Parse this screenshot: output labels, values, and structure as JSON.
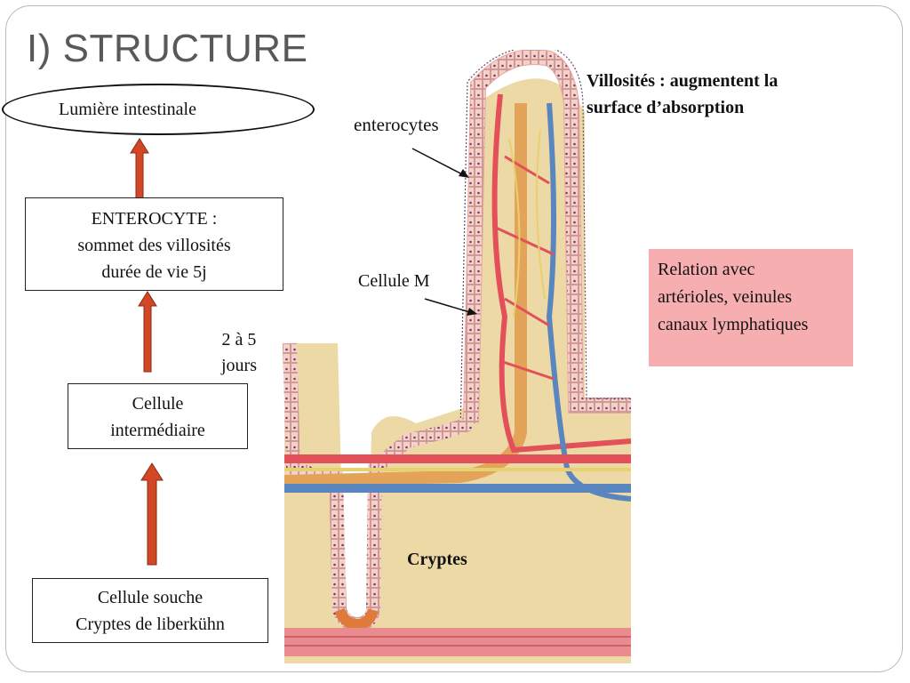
{
  "title": "I) STRUCTURE",
  "lumiere": "Lumière intestinale",
  "enterocyte": [
    "ENTEROCYTE :",
    "sommet des villosités",
    "durée de vie 5j"
  ],
  "duration": [
    "2 à 5",
    "jours"
  ],
  "intermediate": [
    "Cellule",
    "intermédiaire"
  ],
  "stem": [
    "Cellule souche",
    "Cryptes de liberkühn"
  ],
  "labels": {
    "enterocytes": "enterocytes",
    "cellule_m": "Cellule M",
    "villosites": [
      "Villosités : augmentent la",
      "surface d’absorption"
    ],
    "cryptes": "Cryptes"
  },
  "relation": [
    "Relation avec",
    "artérioles, veinules",
    "canaux lymphatiques"
  ],
  "colors": {
    "arrow": "#d24726",
    "relation_bg": "#f7aeb0",
    "tissue": "#ecd9a6",
    "artery": "#e2505a",
    "vein": "#5a86c0",
    "lymph": "#e6a75a"
  }
}
